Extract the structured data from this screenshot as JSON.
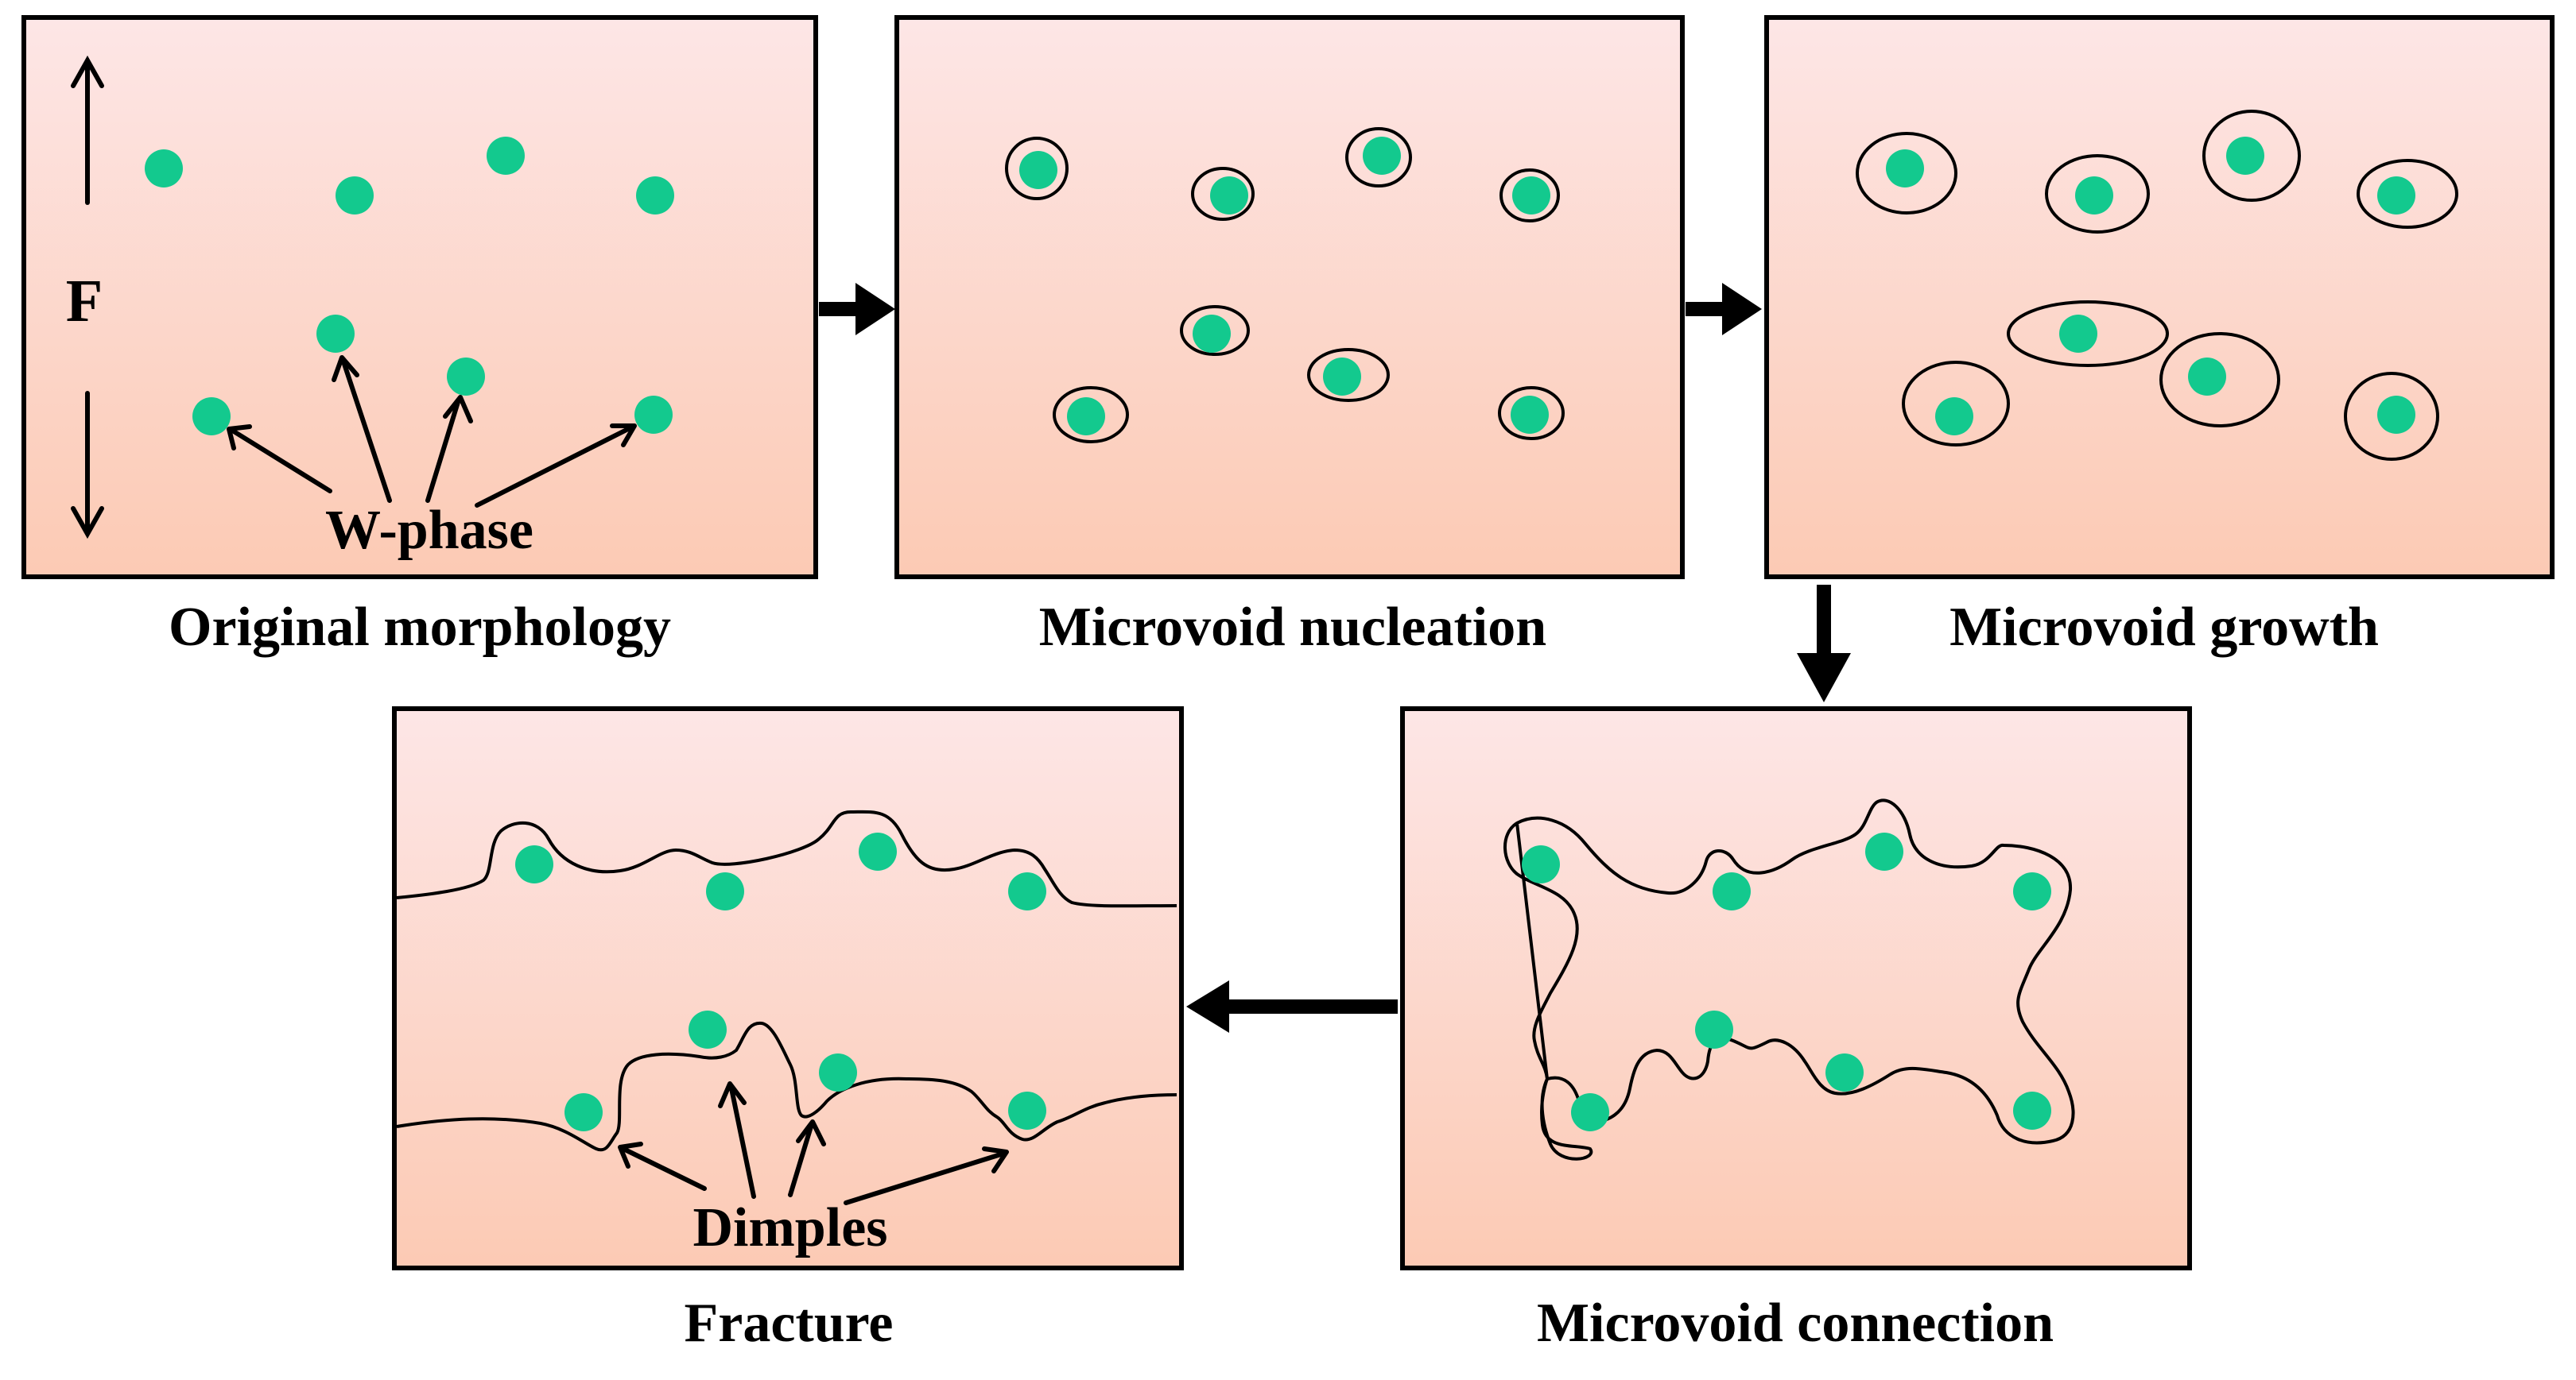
{
  "colors": {
    "panel_top": "#fde6e6",
    "panel_bottom": "#fccab4",
    "particle": "#13c98e",
    "stroke": "#000000"
  },
  "panels": [
    {
      "id": "original",
      "caption": "Original morphology"
    },
    {
      "id": "nucleation",
      "caption": "Microvoid nucleation"
    },
    {
      "id": "growth",
      "caption": "Microvoid growth"
    },
    {
      "id": "connection",
      "caption": "Microvoid connection"
    },
    {
      "id": "fracture",
      "caption": "Fracture"
    }
  ],
  "labels": {
    "force": "F",
    "w_phase": "W-phase",
    "dimples": "Dimples"
  }
}
